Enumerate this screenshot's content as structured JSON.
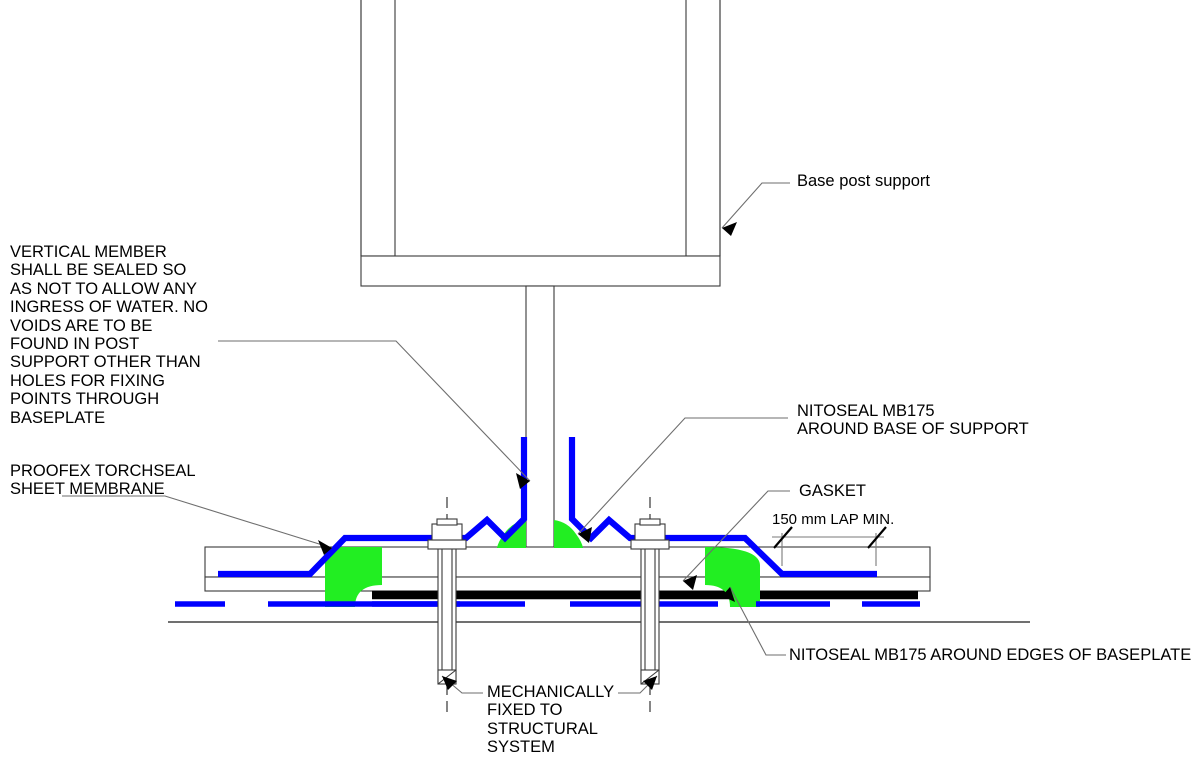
{
  "document": {
    "title": "Base post support waterproofing detail",
    "type": "technical-drawing",
    "background_color": "#ffffff"
  },
  "palette": {
    "membrane_blue": "#0000ff",
    "sealant_green": "#22ee22",
    "substrate_black": "#000000",
    "steel_outline": "#3a3a3a",
    "leader_gray": "#6e6e6e",
    "text_black": "#000000"
  },
  "annotations": {
    "base_post_support": {
      "text": "Base post support",
      "case": "mixed"
    },
    "vertical_member_note": {
      "text": "VERTICAL MEMBER\nSHALL BE SEALED SO\nAS NOT TO ALLOW ANY\nINGRESS OF WATER. NO\nVOIDS ARE TO BE\nFOUND IN POST\nSUPPORT OTHER THAN\nHOLES FOR FIXING\nPOINTS THROUGH\nBASEPLATE"
    },
    "nitoseal_base": {
      "text": "NITOSEAL MB175\nAROUND BASE OF SUPPORT"
    },
    "proofex": {
      "text": "PROOFEX TORCHSEAL\nSHEET MEMBRANE"
    },
    "gasket": {
      "text": "GASKET"
    },
    "lap_dimension": {
      "text": "150 mm LAP MIN.",
      "value": 150,
      "unit": "mm",
      "qualifier": "LAP MIN."
    },
    "nitoseal_edges": {
      "text": "NITOSEAL MB175 AROUND EDGES OF BASEPLATE"
    },
    "mechanically_fixed": {
      "text": "MECHANICALLY\nFIXED TO\nSTRUCTURAL\nSYSTEM"
    }
  },
  "components": {
    "post": {
      "name": "base-post-support",
      "description": "U-section hollow steel post with baseplate flange"
    },
    "membrane": {
      "name": "proofex-torchseal-sheet-membrane",
      "color": "#0000ff"
    },
    "sealant": {
      "name": "nitoseal-mb175",
      "color": "#22ee22"
    },
    "fixings": {
      "name": "mechanical-fixings",
      "count": 2
    },
    "substrate": {
      "name": "structural-system",
      "color": "#000000"
    },
    "gasket": {
      "name": "gasket"
    }
  }
}
